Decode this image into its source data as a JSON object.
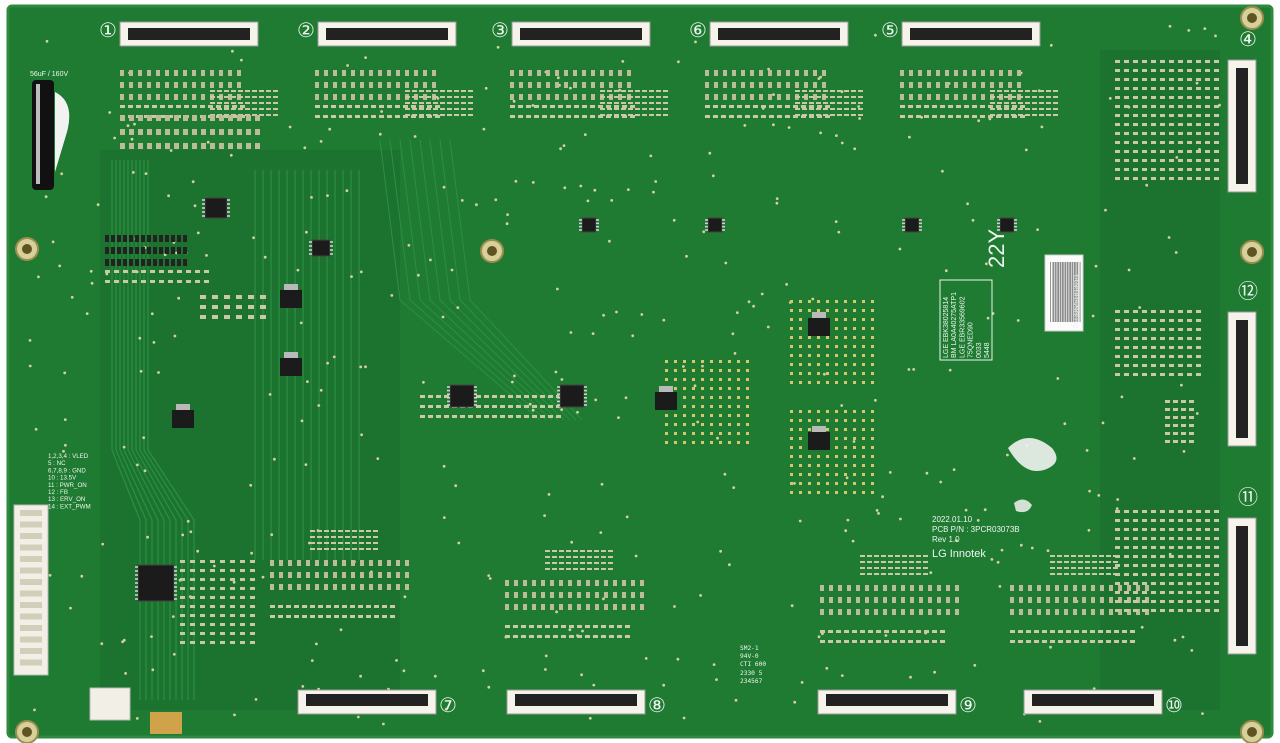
{
  "connectors": [
    {
      "label": "①",
      "side": "top"
    },
    {
      "label": "②",
      "side": "top"
    },
    {
      "label": "③",
      "side": "top"
    },
    {
      "label": "⑥",
      "side": "top"
    },
    {
      "label": "⑤",
      "side": "top"
    },
    {
      "label": "④",
      "side": "right"
    },
    {
      "label": "⑫",
      "side": "right"
    },
    {
      "label": "⑪",
      "side": "right"
    },
    {
      "label": "⑦",
      "side": "bottom"
    },
    {
      "label": "⑧",
      "side": "bottom"
    },
    {
      "label": "⑨",
      "side": "bottom"
    },
    {
      "label": "⑩",
      "side": "bottom"
    }
  ],
  "capacitor_label": "56uF / 160V",
  "pin_legend": [
    "1,2,3,4 : VLED",
    "5 : NC",
    "6,7,8,9 : GND",
    "10 : 13.5V",
    "11 : PWR_ON",
    "12 : FB",
    "13 : ERV_ON",
    "14 : EXT_PWM"
  ],
  "sticker": {
    "big_text": "22Y",
    "lines": [
      "LGE  EBK38025814",
      "BM  LA0A40275ATP1",
      "LGE  EBR33569602",
      "75QNED90",
      "0033",
      "5448"
    ]
  },
  "barcode_label": "PAT3362S1B1301/1",
  "pcb_info": {
    "date": "2022.01.10",
    "pcb_pn": "PCB P/N :  3PCR03073B",
    "rev": "Rev 1.0",
    "maker": "LG Innotek"
  },
  "ul_mark": {
    "line1": "SM2-1",
    "line2": "94V-0",
    "line3": "CTI 600",
    "line4": "2330 5",
    "line5": "234567"
  },
  "colors": {
    "pcb": "#1f7a32",
    "pcb_dark": "#155c26",
    "edge": "#2d8a3f",
    "pad": "#c9c9a8",
    "via": "#d7d09a",
    "ic": "#1b1b1b",
    "silk": "#eef6ee"
  }
}
